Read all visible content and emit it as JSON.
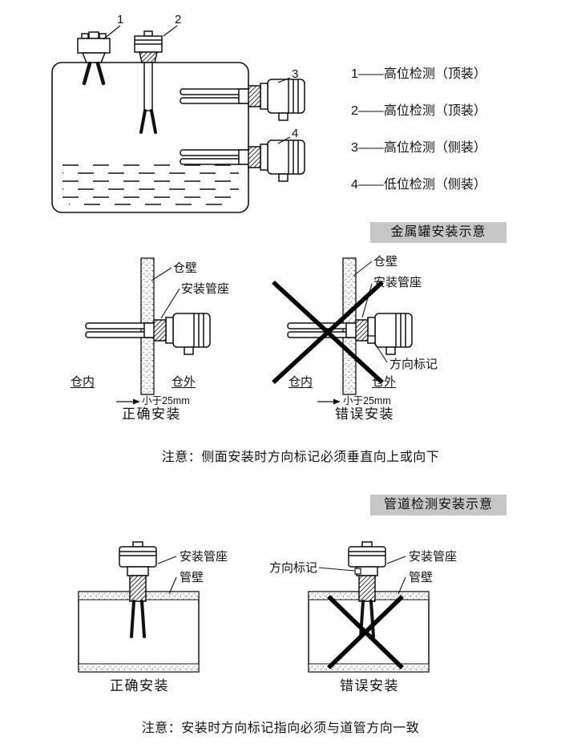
{
  "tank_section": {
    "callout_1": "1",
    "callout_2": "2",
    "callout_3": "3",
    "callout_4": "4",
    "legend": [
      "1——高位检测（顶装）",
      "2——高位检测（顶装）",
      "3——高位检测（侧装）",
      "4——低位检测（侧装）"
    ],
    "badge": "金属罐安装示意"
  },
  "wall_section": {
    "left": {
      "wall_label": "仓壁",
      "socket_label": "安装管座",
      "inside_label": "仓内",
      "outside_label": "仓外",
      "dim_label": "小于25mm",
      "caption": "正确安装"
    },
    "right": {
      "wall_label": "仓壁",
      "socket_label": "安装管座",
      "mark_label": "方向标记",
      "inside_label": "仓内",
      "outside_label": "仓外",
      "dim_label": "小于25mm",
      "caption": "错误安装"
    },
    "note": "注意：侧面安装时方向标记必须垂直向上或向下"
  },
  "pipe_section": {
    "badge": "管道检测安装示意",
    "left": {
      "socket_label": "安装管座",
      "pipe_wall_label": "管壁",
      "caption": "正确安装"
    },
    "right": {
      "mark_label": "方向标记",
      "socket_label": "安装管座",
      "pipe_wall_label": "管壁",
      "caption": "错误安装"
    },
    "note": "注意：安装时方向标记指向必须与道管方向一致"
  }
}
